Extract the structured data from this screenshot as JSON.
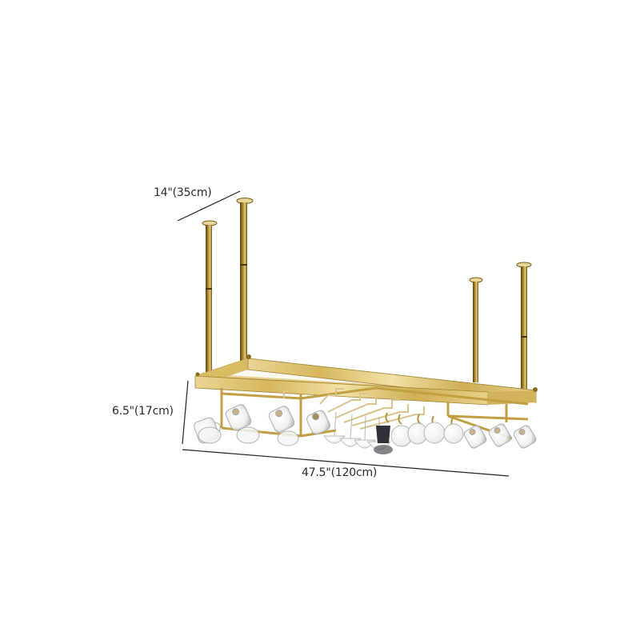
{
  "product": {
    "name": "Ceiling-mounted gold wine glass and mug hanging rack",
    "finish_color": "#c9a74a",
    "finish_dark": "#8a6a1f",
    "finish_light": "#efdca0"
  },
  "dimensions": {
    "depth": {
      "label": "14\"(35cm)"
    },
    "height": {
      "label": "6.5\"(17cm)"
    },
    "width": {
      "label": "47.5\"(120cm)"
    }
  },
  "contents": {
    "items": [
      "stemmed wine glasses",
      "beer mugs",
      "white coffee cups",
      "dark coffee cup"
    ]
  }
}
